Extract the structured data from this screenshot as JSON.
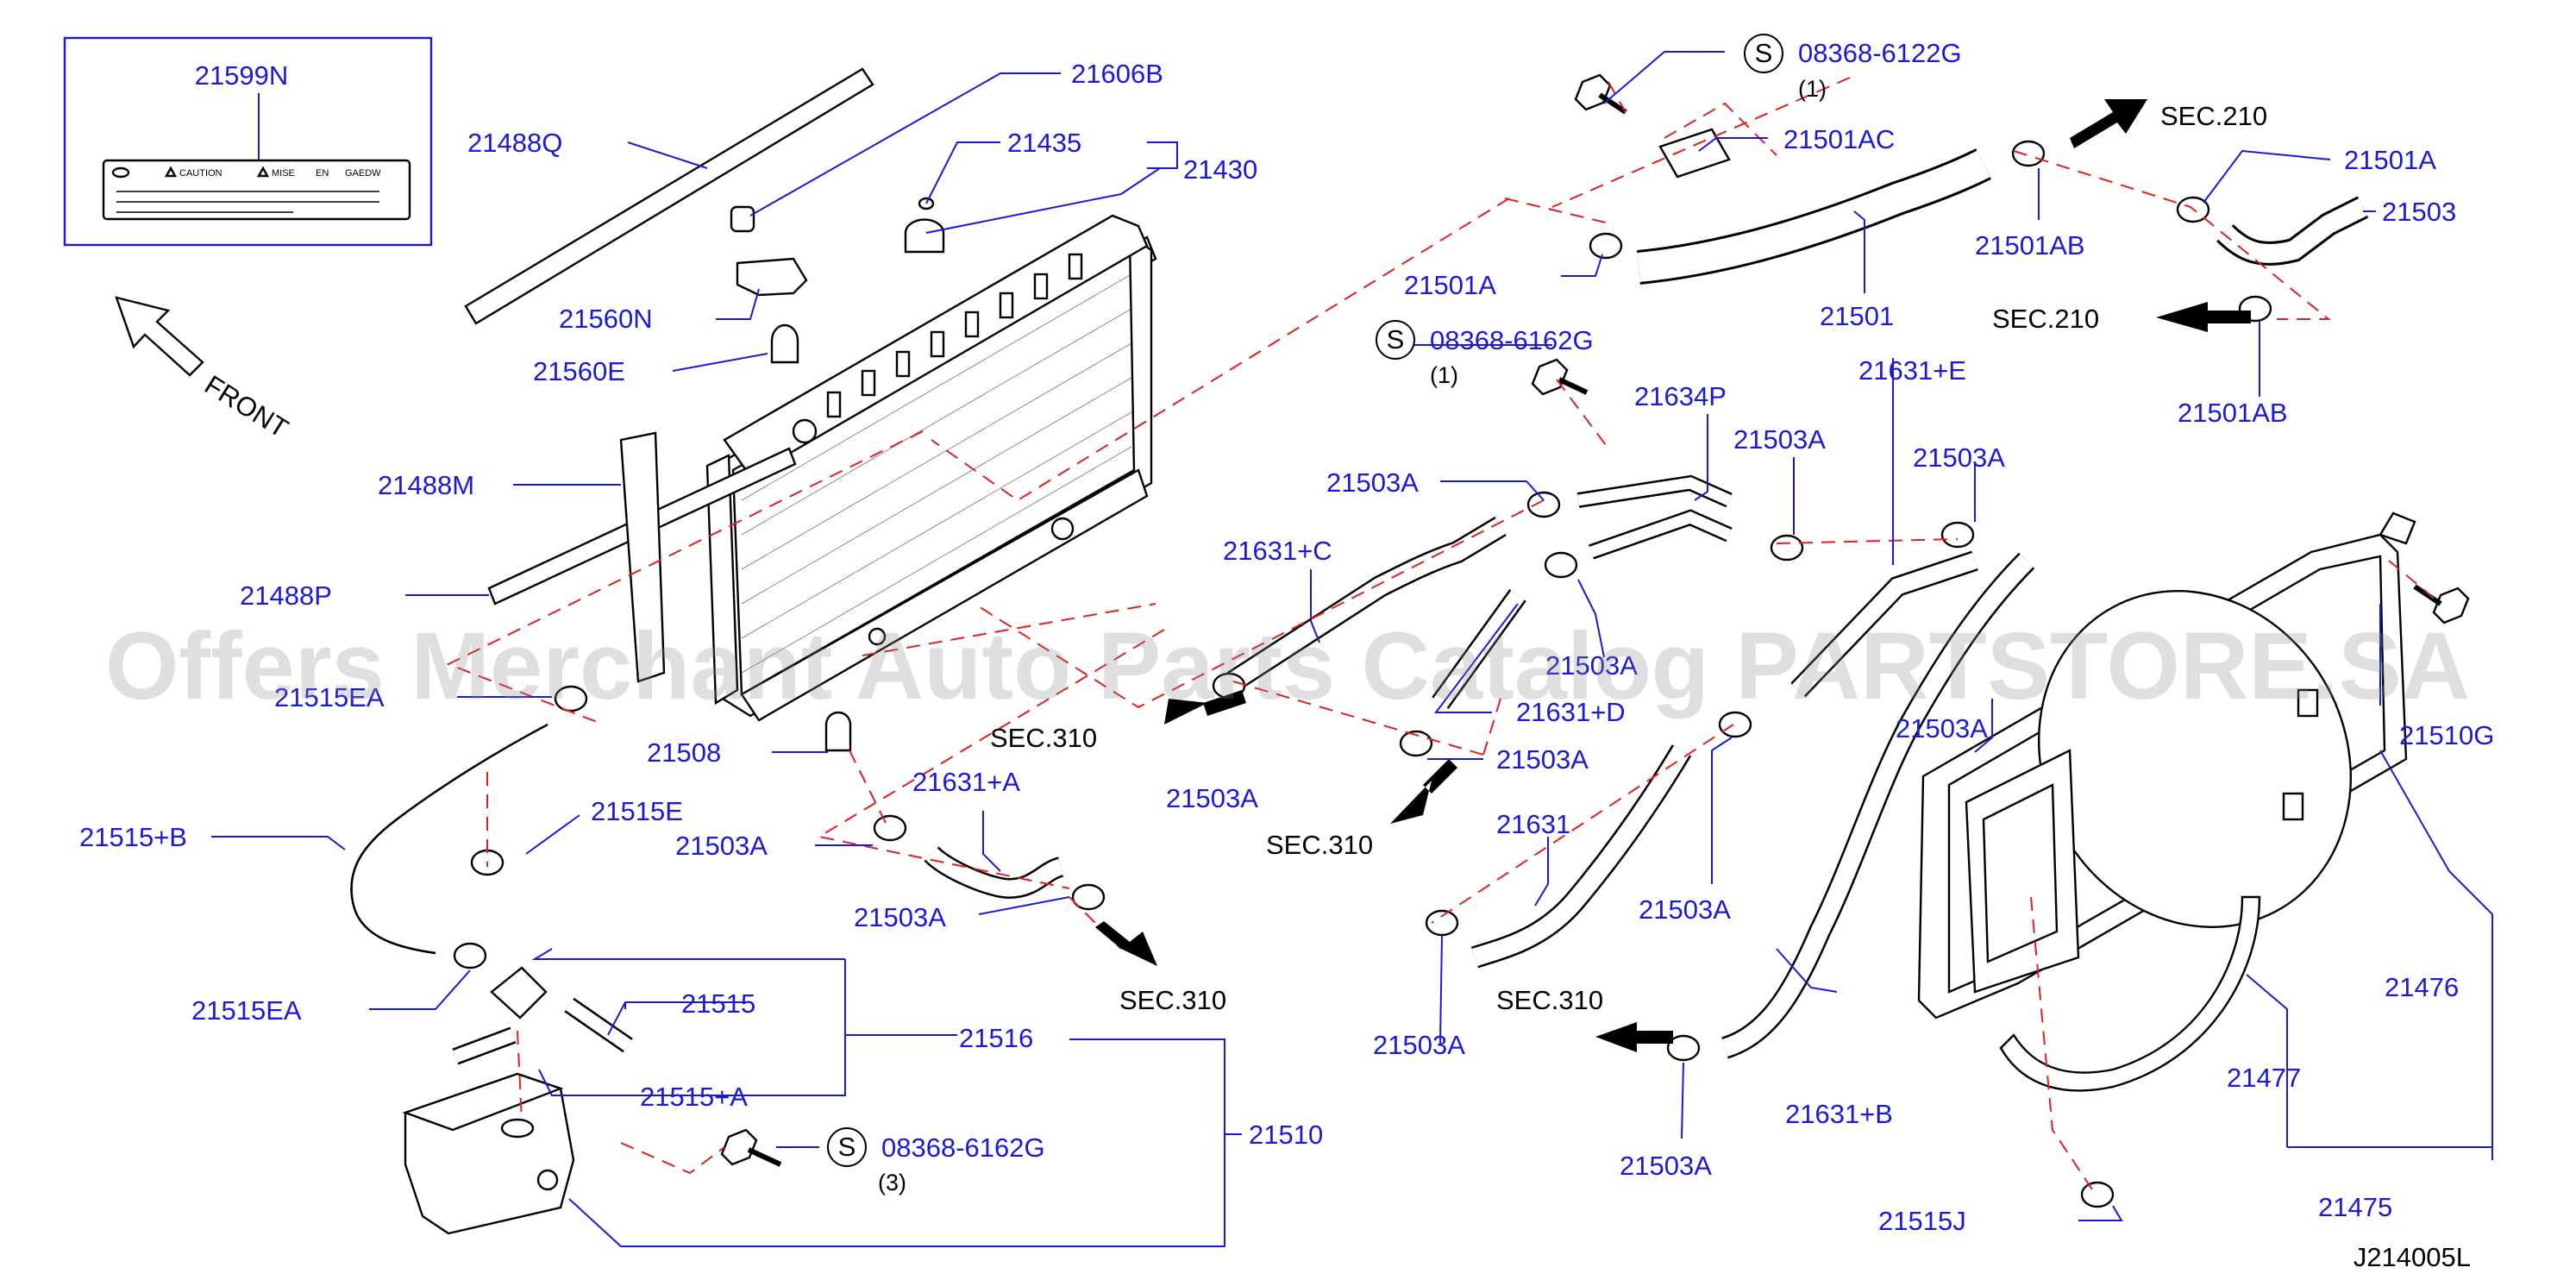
{
  "watermark": "Offers Merchant Auto Parts Catalog PARTSTORE.SA",
  "drawing_id": "J214005L",
  "front_label": "FRONT",
  "label_box": {
    "part_no": "21599N",
    "caution": "CAUTION",
    "mise": "MISE",
    "en": "EN",
    "gaedw": "GAEDW"
  },
  "callouts": {
    "p21606B": "21606B",
    "p21435": "21435",
    "p21430": "21430",
    "p21488Q": "21488Q",
    "p21560N": "21560N",
    "p21560E": "21560E",
    "p21488M": "21488M",
    "p21488P": "21488P",
    "p21515EA_top": "21515EA",
    "p21508": "21508",
    "p21515B": "21515+B",
    "p21515E": "21515E",
    "p21503A_l1": "21503A",
    "p21631A": "21631+A",
    "p21503A_l2": "21503A",
    "p21515EA_bot": "21515EA",
    "p21515": "21515",
    "p21516": "21516",
    "p21515A": "21515+A",
    "p21510": "21510",
    "p08368_6162G_bot": "08368-6162G",
    "p08368_6122G": "08368-6122G",
    "p21501AC": "21501AC",
    "p21501A_mid": "21501A",
    "p21501": "21501",
    "p21501AB_top": "21501AB",
    "p21501A_right": "21501A",
    "p21503": "21503",
    "p21501AB_bot": "21501AB",
    "p08368_6162G_mid": "08368-6162G",
    "p21634P": "21634P",
    "p21631E": "21631+E",
    "p21503A_a": "21503A",
    "p21503A_b": "21503A",
    "p21503A_c": "21503A",
    "p21631C": "21631+C",
    "p21503A_d": "21503A",
    "p21631D": "21631+D",
    "p21503A_e": "21503A",
    "p21503A_f": "21503A",
    "p21631": "21631",
    "p21503A_g": "21503A",
    "p21503A_h": "21503A",
    "p21503A_i": "21503A",
    "p21631B": "21631+B",
    "p21503A_j": "21503A",
    "p21510G": "21510G",
    "p21476": "21476",
    "p21477": "21477",
    "p21475": "21475",
    "p21515J": "21515J"
  },
  "qty": {
    "q6122G": "(1)",
    "q6162G_mid": "(1)",
    "q6162G_bot": "(3)"
  },
  "standard_mark": "S",
  "sections": {
    "sec210_top": "SEC.210",
    "sec210_bot": "SEC.210",
    "sec310_a": "SEC.310",
    "sec310_b": "SEC.310",
    "sec310_c": "SEC.310",
    "sec310_d": "SEC.310"
  },
  "colors": {
    "callout_blue": "#1a1ad6",
    "dashed_red": "#e02020",
    "outline": "#000000"
  }
}
